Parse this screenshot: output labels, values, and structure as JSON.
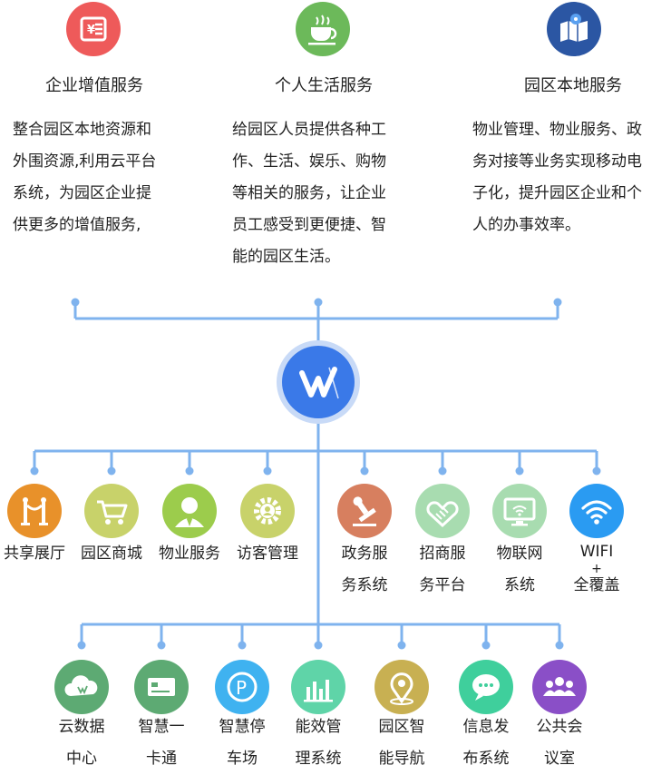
{
  "top_sections": [
    {
      "title": "企业增值服务",
      "lines": [
        "整合园区本地资源和",
        "外围资源,利用云平台",
        "系统，为园区企业提",
        "供更多的增值服务,"
      ]
    },
    {
      "title": "个人生活服务",
      "lines": [
        "给园区人员提供各种工",
        "作、生活、娱乐、购物",
        "等相关的服务，让企业",
        "员工感受到更便捷、智",
        "能的园区生活。"
      ]
    },
    {
      "title": "园区本地服务",
      "lines": [
        "物业管理、物业服务、政",
        "务对接等业务实现移动电",
        "子化，提升园区企业和个",
        "人的办事效率。"
      ]
    }
  ],
  "row1": [
    {
      "lines": [
        "共享展厅"
      ],
      "color": "#e8912a",
      "icon": "stanchion-icon"
    },
    {
      "lines": [
        "园区商城"
      ],
      "color": "#c8d26a",
      "icon": "cart-icon"
    },
    {
      "lines": [
        "物业服务"
      ],
      "color": "#9ccc4c",
      "icon": "person-icon"
    },
    {
      "lines": [
        "访客管理"
      ],
      "color": "#c8d26a",
      "icon": "gear-person-icon"
    },
    {
      "lines": [
        "政务服",
        "务系统"
      ],
      "color": "#d77f5f",
      "icon": "stamp-icon"
    },
    {
      "lines": [
        "招商服",
        "务平台"
      ],
      "color": "#a8dcb0",
      "icon": "handshake-icon"
    },
    {
      "lines": [
        "物联网",
        "系统"
      ],
      "color": "#a8dcb0",
      "icon": "monitor-wifi-icon"
    },
    {
      "lines": [
        "WIFI",
        "+",
        "全覆盖"
      ],
      "color": "#2a9bf2",
      "icon": "wifi-icon"
    }
  ],
  "row2": [
    {
      "lines": [
        "云数据",
        "中心"
      ],
      "color": "#5daa73",
      "icon": "cloud-icon"
    },
    {
      "lines": [
        "智慧一",
        "卡通"
      ],
      "color": "#5daa73",
      "icon": "card-icon"
    },
    {
      "lines": [
        "智慧停",
        "车场"
      ],
      "color": "#3fb2f0",
      "icon": "parking-icon"
    },
    {
      "lines": [
        "能效管",
        "理系统"
      ],
      "color": "#5fd4a8",
      "icon": "bar-chart-icon"
    },
    {
      "lines": [
        "园区智",
        "能导航"
      ],
      "color": "#c8b052",
      "icon": "map-pin-icon"
    },
    {
      "lines": [
        "信息发",
        "布系统"
      ],
      "color": "#3fcf9c",
      "icon": "chat-icon"
    },
    {
      "lines": [
        "公共会",
        "议室"
      ],
      "color": "#8a4fc7",
      "icon": "group-icon"
    }
  ],
  "colors": {
    "line": "#7fb3ee",
    "hub": "#3a79e8",
    "hub_ring": "#c8daf7",
    "top_red": "#ee5a5a",
    "top_green": "#6cb95a",
    "top_navy": "#2b56a3"
  }
}
